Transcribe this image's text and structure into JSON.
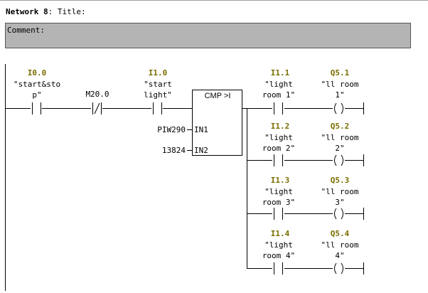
{
  "network": {
    "label": "Network 8",
    "separator": ": ",
    "title_label": "Title:"
  },
  "comment": {
    "label": "Comment:"
  },
  "input_contacts": [
    {
      "address": "I0.0",
      "symbol": "\"start&sto\np\"",
      "type": "normally-open"
    },
    {
      "address": "M20.0",
      "symbol": "",
      "type": "normally-closed"
    },
    {
      "address": "I1.0",
      "symbol": "\"start\nlight\"",
      "type": "normally-open"
    }
  ],
  "compare_block": {
    "name": "CMP >I",
    "inputs": [
      {
        "pin": "IN1",
        "operand": "PIW290"
      },
      {
        "pin": "IN2",
        "operand": "13824"
      }
    ]
  },
  "branches": [
    {
      "contact_address": "I1.1",
      "contact_symbol": "\"light\nroom 1\"",
      "coil_address": "Q5.1",
      "coil_symbol": "\"ll room\n1\""
    },
    {
      "contact_address": "I1.2",
      "contact_symbol": "\"light\nroom 2\"",
      "coil_address": "Q5.2",
      "coil_symbol": "\"ll room\n2\""
    },
    {
      "contact_address": "I1.3",
      "contact_symbol": "\"light\nroom 3\"",
      "coil_address": "Q5.3",
      "coil_symbol": "\"ll room\n3\""
    },
    {
      "contact_address": "I1.4",
      "contact_symbol": "\"light\nroom 4\"",
      "coil_address": "Q5.4",
      "coil_symbol": "\"ll room\n4\""
    }
  ],
  "colors": {
    "address": "#7a6e00",
    "comment_bg": "#b4b4b4",
    "line": "#000000"
  }
}
